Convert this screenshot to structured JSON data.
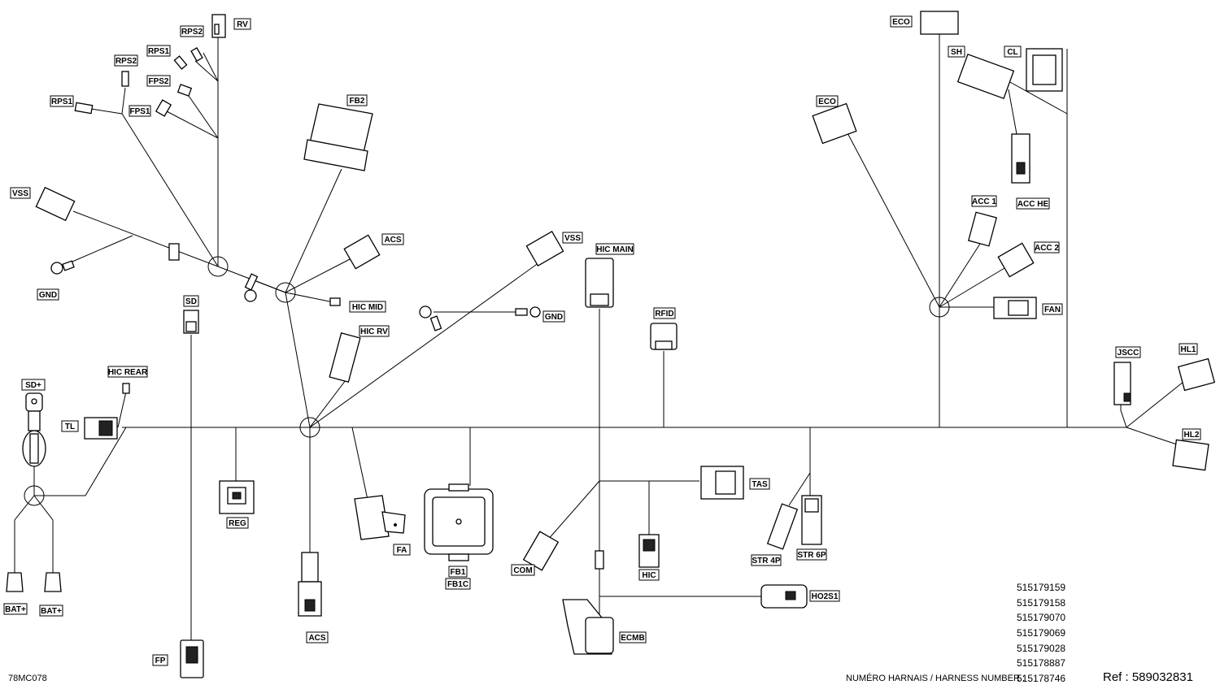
{
  "figure_code": "78MC078",
  "harness_label": "NUMÉRO HARNAIS / HARNESS NUMBER :",
  "harness_numbers": [
    "515179159",
    "515179158",
    "515179070",
    "515179069",
    "515179028",
    "515178887",
    "515178746"
  ],
  "reference": "Ref : 589032831",
  "labels": {
    "rv": "RV",
    "rps2_top": "RPS2",
    "rps1_top": "RPS1",
    "rps2": "RPS2",
    "fps2": "FPS2",
    "rps1": "RPS1",
    "fps1": "FPS1",
    "fb2": "FB2",
    "vss_left": "VSS",
    "gnd_left": "GND",
    "acs_top": "ACS",
    "hic_mid": "HIC MID",
    "vss_mid": "VSS",
    "gnd_mid": "GND",
    "hic_main": "HIC MAIN",
    "rfid": "RFID",
    "sd": "SD",
    "hic_rv": "HIC RV",
    "hic_rear": "HIC REAR",
    "sd_plus": "SD+",
    "tl": "TL",
    "reg": "REG",
    "fa": "FA",
    "fb1": "FB1",
    "fb1c": "FB1C",
    "com": "COM",
    "hic": "HIC",
    "tas": "TAS",
    "str4p": "STR 4P",
    "str6p": "STR 6P",
    "ho2s1": "HO2S1",
    "ecmb": "ECMB",
    "acs_bottom": "ACS",
    "fp": "FP",
    "bat1": "BAT+",
    "bat2": "BAT+",
    "eco_top": "ECO",
    "sh": "SH",
    "cl": "CL",
    "eco_mid": "ECO",
    "acc1": "ACC 1",
    "acc_he": "ACC HE",
    "acc2": "ACC 2",
    "fan": "FAN",
    "jscc": "JSCC",
    "hl1": "HL1",
    "hl2": "HL2"
  }
}
